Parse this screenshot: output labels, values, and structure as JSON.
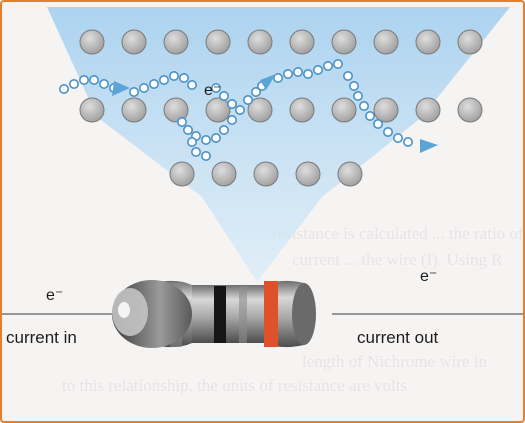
{
  "labels": {
    "electron_top": "e⁻",
    "electron_left": "e⁻",
    "electron_right": "e⁻",
    "current_in": "current in",
    "current_out": "current out"
  },
  "colors": {
    "frame": "#e2802f",
    "beam": "#b9dcf3",
    "atom_fill": "#b8b8b8",
    "atom_stroke": "#7a7a7a",
    "electron_path": "#5aa5d8",
    "resistor_body": "#9b9b9b",
    "band_black": "#161616",
    "band_red": "#e0502a"
  },
  "lattice": {
    "rows": [
      10,
      10,
      5
    ]
  },
  "icons": {
    "atom": "atom-circle-icon",
    "electron": "electron-bead-icon",
    "arrow": "arrow-head-icon"
  }
}
